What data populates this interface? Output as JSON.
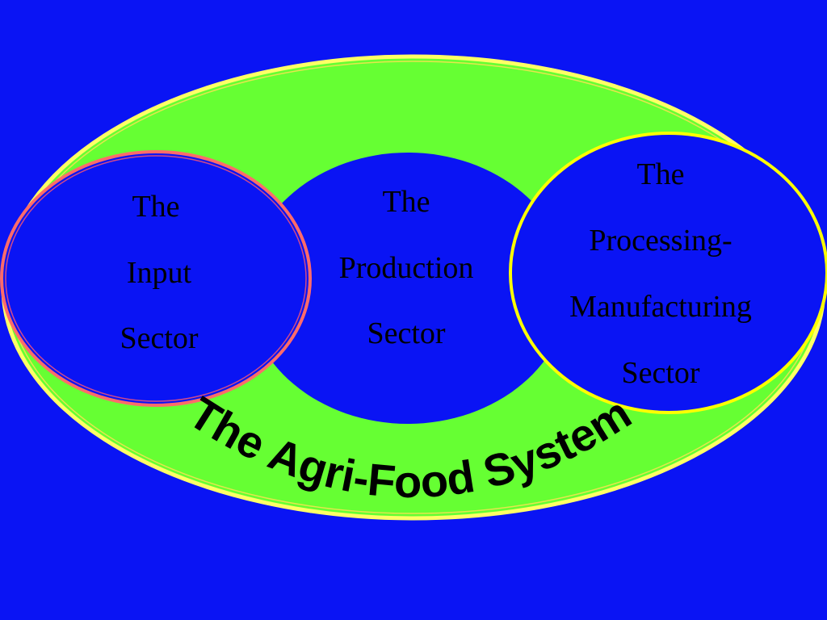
{
  "slide": {
    "colors": {
      "background": "#0A14F4",
      "outer_ring": "#66FF33",
      "sector_fill": "#0A14F4",
      "outer_ring_border": "#FFFF66",
      "input_border": "#FF6B6B",
      "processing_border": "#FFFF00",
      "text": "#000000"
    },
    "input_sector": {
      "line1": "The",
      "line2": "Input",
      "line3": "Sector"
    },
    "production_sector": {
      "line1": "The",
      "line2": "Production",
      "line3": "Sector"
    },
    "processing_sector": {
      "line1": "The",
      "line2": "Processing-",
      "line3": "Manufacturing",
      "line4": "Sector"
    },
    "system_label": "The Agri-Food System"
  }
}
